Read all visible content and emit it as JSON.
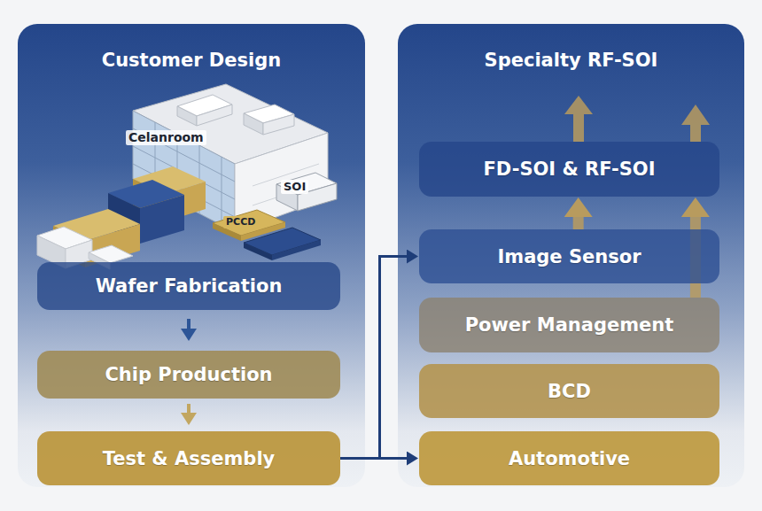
{
  "diagram": {
    "nodes": [
      {
        "text": [
          "Customer Design"
        ]
      },
      {
        "text": [
          "Wafer Fabrication"
        ],
        "in": 0
      },
      {
        "text": [
          "Chip Production"
        ],
        "in": 0
      },
      {
        "text": [
          "Test & Assembly"
        ],
        "in": 0
      },
      {
        "text": [
          "Specialty RF-SOI"
        ]
      },
      {
        "text": [
          "FD-SOI & RF-SOI"
        ],
        "in": 4
      },
      {
        "text": [
          "Image Sensor"
        ],
        "in": 4
      },
      {
        "text": [
          "Power Management"
        ],
        "in": 4
      },
      {
        "text": [
          "BCD"
        ],
        "in": 4
      },
      {
        "text": [
          "Automotive"
        ],
        "in": 4
      }
    ],
    "edges": [
      {
        "from": 1,
        "to": 2,
        "arrow": "to"
      },
      {
        "from": 2,
        "to": 3,
        "arrow": "to"
      },
      {
        "from": 3,
        "to": 6,
        "arrow": "to"
      },
      {
        "from": 3,
        "to": 9,
        "arrow": "to"
      },
      {
        "from": 6,
        "to": 5,
        "arrow": "to"
      },
      {
        "from": 7,
        "to": 5,
        "arrow": "to"
      }
    ],
    "labels": [
      "Celanroom",
      "SOI",
      "PCCD"
    ]
  }
}
